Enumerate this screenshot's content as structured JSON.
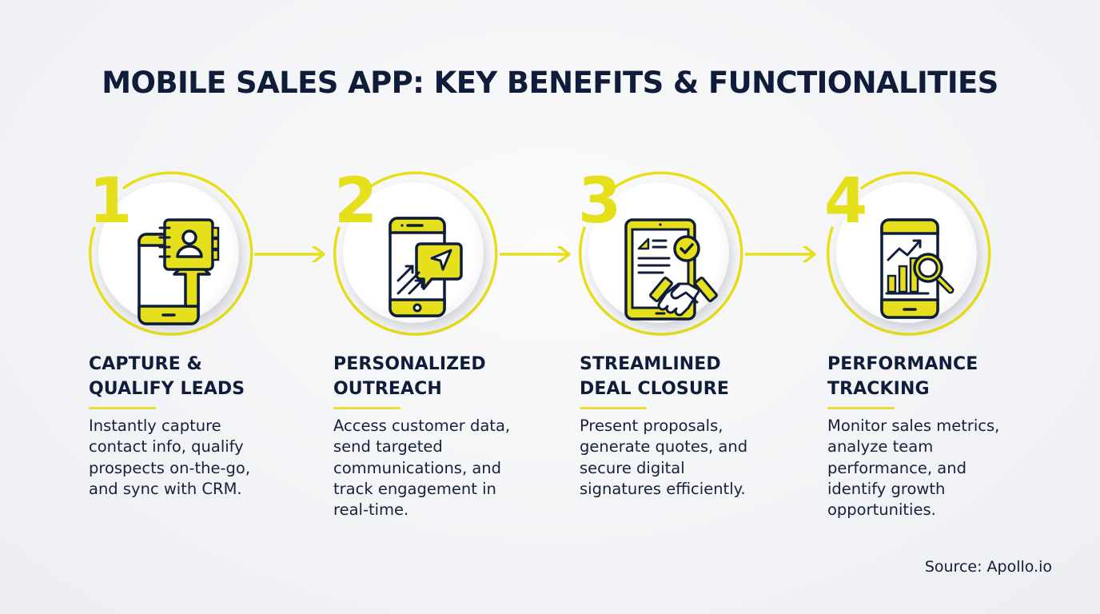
{
  "title": "MOBILE SALES APP: KEY BENEFITS & FUNCTIONALITIES",
  "colors": {
    "accent_yellow": "#e6df1c",
    "navy": "#0f1d3a",
    "background": "#f2f3f6",
    "disc": "#ffffff"
  },
  "steps": [
    {
      "number": "1",
      "icon": "phone-contact-book-upload-icon",
      "heading": "CAPTURE &\nQUALIFY LEADS",
      "description": "Instantly capture\ncontact info, qualify\nprospects on-the-go,\nand sync with CRM."
    },
    {
      "number": "2",
      "icon": "phone-message-send-icon",
      "heading": "PERSONALIZED\nOUTREACH",
      "description": "Access customer data,\nsend targeted\ncommunications, and\ntrack engagement in\nreal-time."
    },
    {
      "number": "3",
      "icon": "tablet-document-handshake-icon",
      "heading": "STREAMLINED\nDEAL CLOSURE",
      "description": "Present proposals,\ngenerate quotes, and\nsecure digital\nsignatures efficiently."
    },
    {
      "number": "4",
      "icon": "phone-chart-magnifier-icon",
      "heading": "PERFORMANCE\nTRACKING",
      "description": "Monitor sales metrics,\nanalyze team\nperformance, and\nidentify growth\nopportunities."
    }
  ],
  "connectors": [
    {
      "icon": "arrow-right-icon"
    },
    {
      "icon": "arrow-right-icon"
    },
    {
      "icon": "arrow-right-icon"
    }
  ],
  "source": "Source: Apollo.io"
}
